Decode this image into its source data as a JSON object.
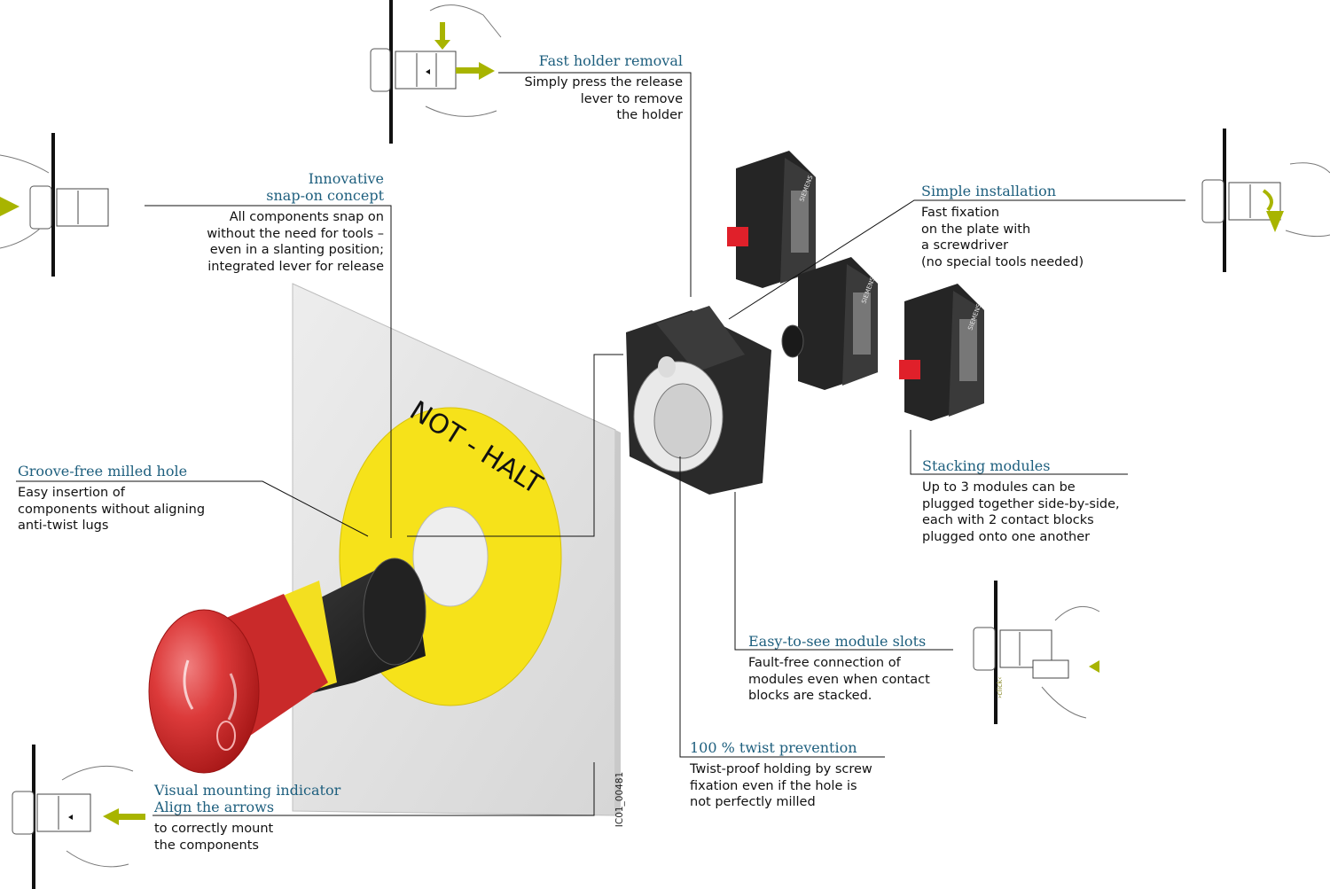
{
  "callouts": {
    "fast_holder": {
      "title": "Fast holder removal",
      "body": [
        "Simply press the release",
        "lever to remove",
        "the holder"
      ]
    },
    "snap_on": {
      "title": [
        "Innovative",
        "snap-on concept"
      ],
      "body": [
        "All components snap on",
        "without the need for tools –",
        "even in a slanting position;",
        "integrated lever for release"
      ]
    },
    "simple_install": {
      "title": "Simple installation",
      "body": [
        "Fast fixation",
        "on the plate with",
        "a screwdriver",
        "(no special tools needed)"
      ]
    },
    "groove_free": {
      "title": "Groove-free milled hole",
      "body": [
        "Easy insertion of",
        "components without aligning",
        "anti-twist lugs"
      ]
    },
    "stacking": {
      "title": "Stacking modules",
      "body": [
        "Up to 3 modules can be",
        "plugged together side-by-side,",
        "each with 2 contact blocks",
        "plugged onto one another"
      ]
    },
    "module_slots": {
      "title": "Easy-to-see module slots",
      "body": [
        "Fault-free connection of",
        "modules even when contact",
        "blocks are stacked."
      ]
    },
    "twist": {
      "title": "100 % twist prevention",
      "body": [
        "Twist-proof holding by screw",
        "fixation even if the hole is",
        "not perfectly milled"
      ]
    },
    "visual": {
      "title": [
        "Visual mounting indicator",
        "Align the arrows"
      ],
      "body": [
        "to correctly mount",
        "the components"
      ]
    }
  },
  "label": {
    "text": "NOT - HALT"
  },
  "brand": {
    "text": "SIEMENS"
  },
  "click_text": "›click‹",
  "figure_code": "IC01_00481",
  "colors": {
    "title": "#1e5f7e",
    "arrow": "#a8b400",
    "yellow": "#f6e21a",
    "red": "#d92a2a",
    "plate": "#e6e6e6"
  }
}
